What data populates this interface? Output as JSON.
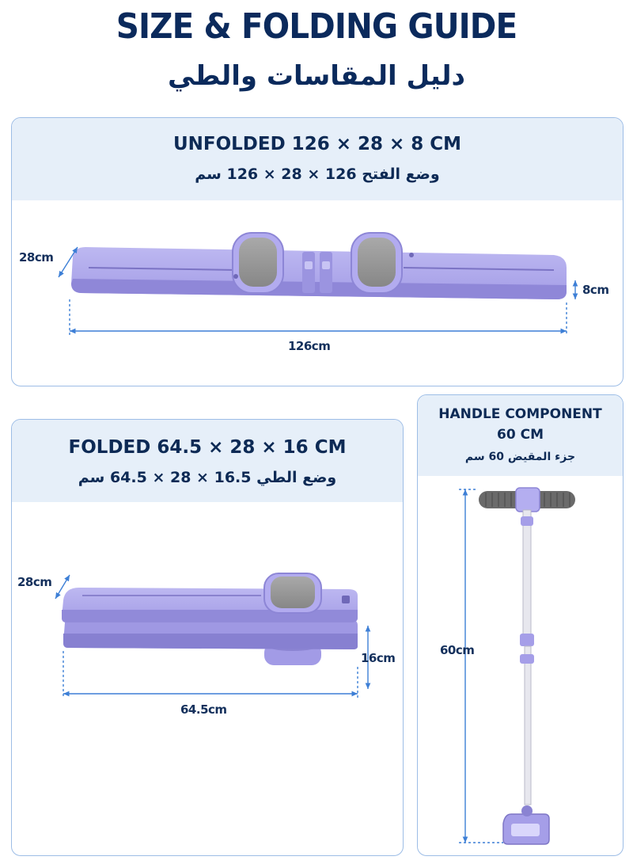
{
  "header": {
    "title": "SIZE & FOLDING GUIDE",
    "title_ar": "دليل المقاسات والطي"
  },
  "unfolded": {
    "title": "UNFOLDED 126 × 28 × 8 CM",
    "title_ar": "وضع الفتح 126 × 28 × 126 سم",
    "width_label": "28cm",
    "height_label": "8cm",
    "length_label": "126cm"
  },
  "folded": {
    "title": "FOLDED 64.5 × 28 × 16 CM",
    "title_ar": "وضع الطي 16.5 × 28 × 64.5 سم",
    "width_label": "28cm",
    "height_label": "16cm",
    "length_label": "64.5cm"
  },
  "handle": {
    "title_line1": "HANDLE COMPONENT",
    "title_line2": "60 CM",
    "title_ar": "جزء المقيض 60 سم",
    "length_label": "60cm"
  },
  "colors": {
    "navy": "#0b2a5c",
    "panel_header": "#e6eff9",
    "panel_border": "#9dbde6",
    "device_purple": "#a9a3ea",
    "dimension_blue": "#3d7fd6"
  }
}
